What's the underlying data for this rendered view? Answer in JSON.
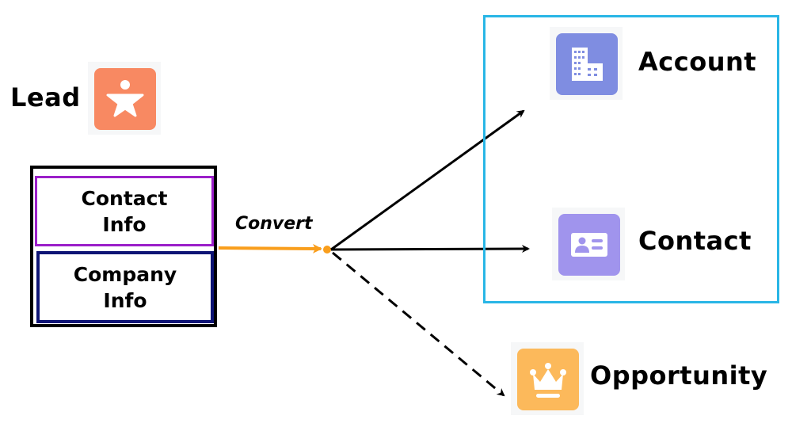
{
  "lead": {
    "label": "Lead",
    "icon": "lead-star-person-icon",
    "icon_color": "#F88962"
  },
  "lead_record": {
    "sections": [
      {
        "line1": "Contact",
        "line2": "Info",
        "border_color": "#9B1FC9"
      },
      {
        "line1": "Company",
        "line2": "Info",
        "border_color": "#0E1475"
      }
    ]
  },
  "conversion": {
    "label": "Convert",
    "arrow_color": "#F99E1C"
  },
  "targets_group": {
    "border_color": "#29B6E6"
  },
  "targets": [
    {
      "label": "Account",
      "icon": "account-building-icon",
      "icon_color": "#7F8DE1",
      "edge": "solid"
    },
    {
      "label": "Contact",
      "icon": "contact-card-icon",
      "icon_color": "#A094ED",
      "edge": "solid"
    },
    {
      "label": "Opportunity",
      "icon": "opportunity-crown-icon",
      "icon_color": "#FCB95B",
      "edge": "dashed"
    }
  ]
}
